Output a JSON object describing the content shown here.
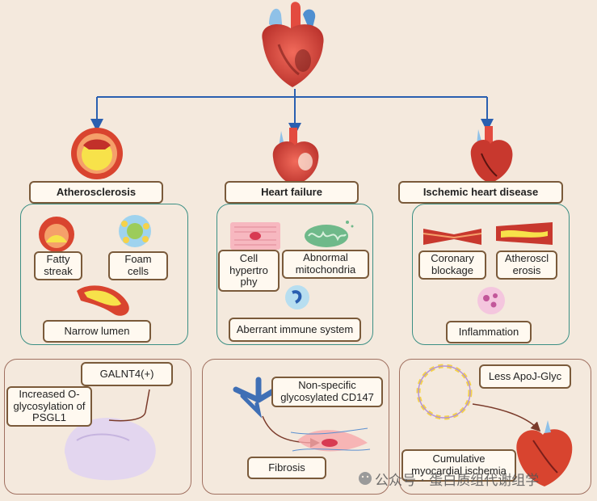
{
  "headers": {
    "atherosclerosis": "Atherosclerosis",
    "heart_failure": "Heart failure",
    "ischemic": "Ischemic heart disease"
  },
  "atherosclerosis": {
    "fatty_streak": "Fatty streak",
    "foam_cells": "Foam cells",
    "narrow_lumen": "Narrow lumen",
    "galnt4": "GALNT4(+)",
    "increased_o_glyco": "Increased O-glycosylation of PSGL1"
  },
  "heart_failure": {
    "cell_hypertrophy": "Cell hypertro phy",
    "abnormal_mito": "Abnormal mitochondria",
    "aberrant_immune": "Aberrant immune system",
    "non_specific": "Non-specific glycosylated CD147",
    "fibrosis": "Fibrosis"
  },
  "ischemic": {
    "coronary_blockage": "Coronary blockage",
    "atherosclerosis_split": "Atheroscl erosis",
    "inflammation": "Inflammation",
    "less_apoj": "Less ApoJ-Glyc",
    "cumulative": "Cumulative myocardial ischemia"
  },
  "watermark": "公众号 · 蛋白质组代谢组学",
  "colors": {
    "background": "#f4e9dd",
    "arrow": "#2a5fb0",
    "panel_top_border": "#3b8f84",
    "panel_bottom_border": "#a07060",
    "label_border": "#7a5a3a"
  },
  "icons": [
    "heart-icon",
    "artery-cross-section-icon",
    "foam-cell-icon",
    "mitochondria-icon",
    "immune-cell-icon",
    "antibody-icon",
    "fibroblast-icon",
    "vesicle-ring-icon",
    "cell-icon",
    "wechat-icon"
  ]
}
